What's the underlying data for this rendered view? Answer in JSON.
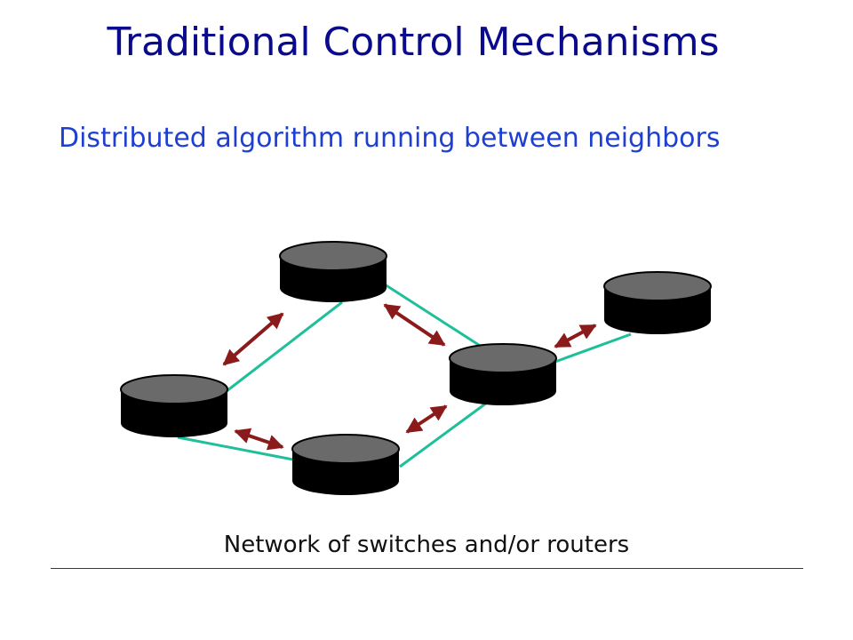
{
  "slide": {
    "title": "Traditional Control Mechanisms",
    "subtitle": "Distributed algorithm running between neighbors",
    "caption": "Network of switches and/or routers"
  },
  "diagram": {
    "colors": {
      "link": "#1fbf9a",
      "arrow": "#8b1a1a",
      "node_top": "#6a6a6a",
      "node_body": "#000000"
    },
    "nodes": [
      "router-top",
      "router-left",
      "router-bottom",
      "router-middle",
      "router-right"
    ],
    "links": [
      [
        "router-left",
        "router-top"
      ],
      [
        "router-left",
        "router-bottom"
      ],
      [
        "router-top",
        "router-middle"
      ],
      [
        "router-bottom",
        "router-middle"
      ],
      [
        "router-middle",
        "router-right"
      ]
    ]
  }
}
